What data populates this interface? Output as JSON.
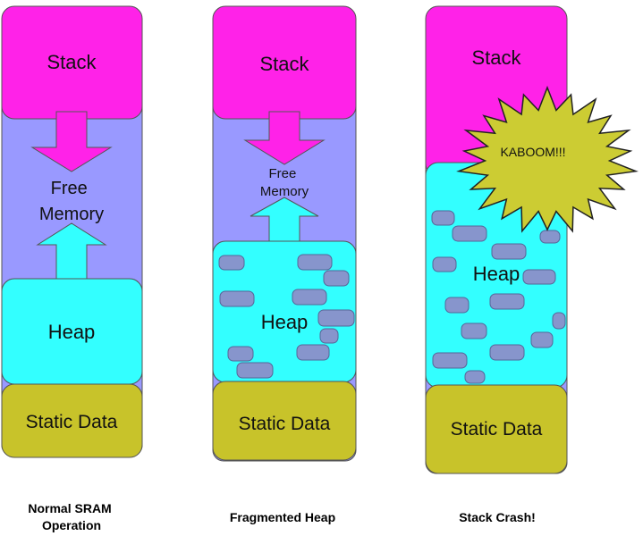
{
  "columns": [
    {
      "caption_lines": [
        "Normal SRAM",
        "Operation"
      ],
      "stack_label": "Stack",
      "free_memory_lines": [
        "Free",
        "Memory"
      ],
      "heap_label": "Heap",
      "static_label": "Static Data"
    },
    {
      "caption_lines": [
        "Fragmented Heap"
      ],
      "stack_label": "Stack",
      "free_memory_lines": [
        "Free",
        "Memory"
      ],
      "heap_label": "Heap",
      "static_label": "Static Data"
    },
    {
      "caption_lines": [
        "Stack Crash!"
      ],
      "stack_label": "Stack",
      "heap_label": "Heap",
      "static_label": "Static Data",
      "explosion_label": "KABOOM!!!"
    }
  ],
  "colors": {
    "stack": "#ff22e8",
    "free_memory": "#9999ff",
    "heap": "#33ffff",
    "static_data": "#c8c32a",
    "fragment": "#8795cc",
    "explosion": "#cccc33",
    "outline": "#555555"
  }
}
